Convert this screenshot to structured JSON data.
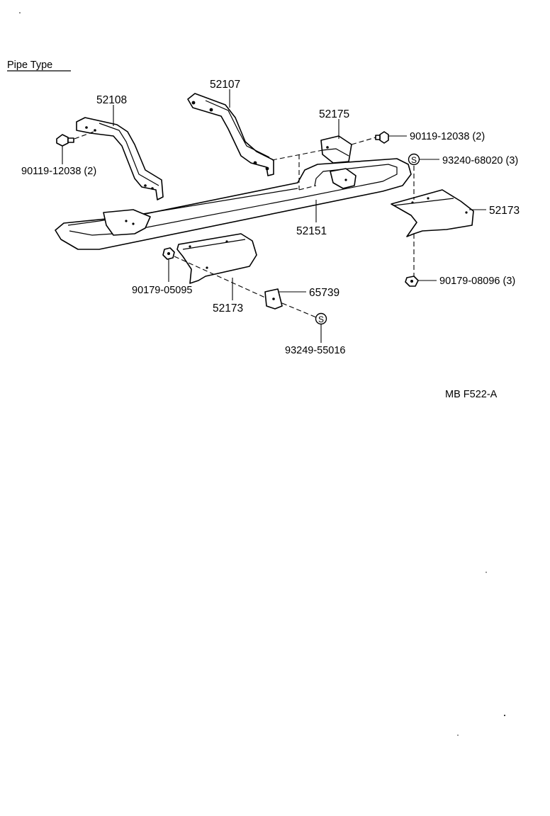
{
  "title": "Pipe Type",
  "diagram_code": "MB F522-A",
  "callouts": [
    {
      "id": "c_52108",
      "text": "52108"
    },
    {
      "id": "c_52107",
      "text": "52107"
    },
    {
      "id": "c_52175",
      "text": "52175"
    },
    {
      "id": "c_90119_right",
      "text": "90119-12038 (2)"
    },
    {
      "id": "c_93240",
      "text": "93240-68020 (3)"
    },
    {
      "id": "c_90119_left",
      "text": "90119-12038 (2)"
    },
    {
      "id": "c_52173_right",
      "text": "52173"
    },
    {
      "id": "c_52151",
      "text": "52151"
    },
    {
      "id": "c_90179_08096",
      "text": "90179-08096 (3)"
    },
    {
      "id": "c_90179_05095",
      "text": "90179-05095"
    },
    {
      "id": "c_65739",
      "text": "65739"
    },
    {
      "id": "c_52173_left",
      "text": "52173"
    },
    {
      "id": "c_93249",
      "text": "93249-55016"
    }
  ],
  "symbols": {
    "s1": "S",
    "s2": "S"
  }
}
